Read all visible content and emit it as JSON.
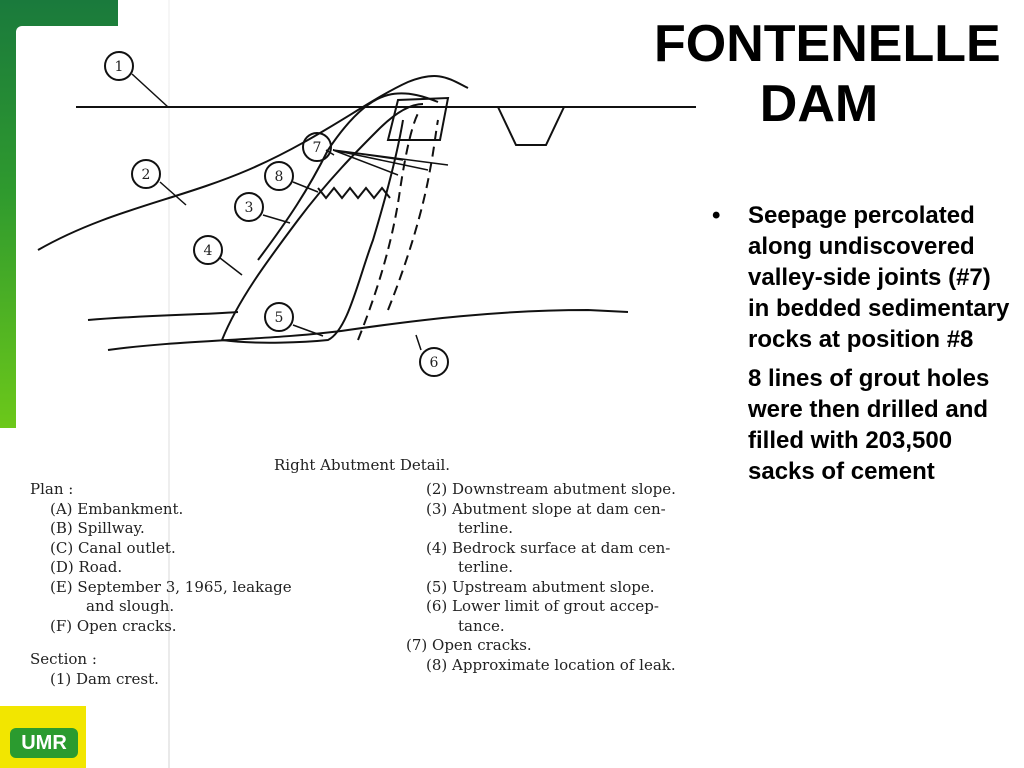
{
  "slide": {
    "title": "FONTENELLE DAM",
    "bullets": [
      {
        "marker": "•",
        "text": "Seepage percolated along undiscovered valley-side joints (#7) in bedded sedimentary rocks at position #8"
      },
      {
        "marker": "",
        "text": "8 lines of grout holes were then drilled and filled with 203,500 sacks of cement"
      }
    ],
    "logo_text": "UMR",
    "colors": {
      "band_dark": "#1a7a3c",
      "band_light": "#6cc81a",
      "logo_bg": "#f2e600",
      "logo_tag": "#2b9b2f"
    }
  },
  "figure": {
    "callouts": [
      "1",
      "2",
      "3",
      "4",
      "5",
      "6",
      "7",
      "8"
    ],
    "caption": "Right Abutment Detail.",
    "plan_heading": "Plan :",
    "plan_items": [
      "(A)  Embankment.",
      "(B)  Spillway.",
      "(C)  Canal outlet.",
      "(D)  Road.",
      "(E)  September  3,  1965,  leakage",
      "and  slough.",
      "(F)  Open cracks."
    ],
    "section_heading": "Section :",
    "section_items": [
      "(1)  Dam crest."
    ],
    "right_items": [
      "(2)  Downstream  abutment  slope.",
      "(3)  Abutment  slope  at  dam  cen-",
      "terline.",
      "(4)  Bedrock  surface  at  dam  cen-",
      "terline.",
      "(5)  Upstream  abutment  slope.",
      "(6)  Lower  limit  of  grout  accep-",
      "tance.",
      "(7)  Open cracks.",
      "(8)  Approximate  location  of  leak."
    ]
  }
}
